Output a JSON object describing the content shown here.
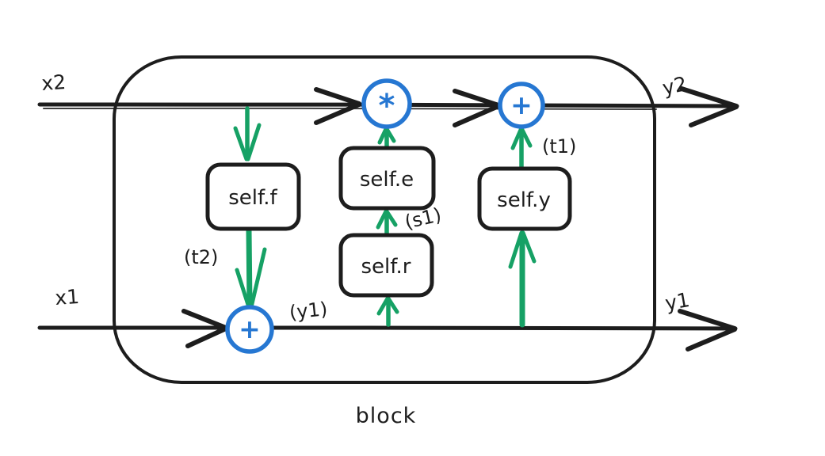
{
  "diagram": {
    "caption": "block",
    "ports": {
      "x2": "x2",
      "x1": "x1",
      "y2": "y2",
      "y1": "y1"
    },
    "modules": {
      "f": "self.f",
      "e": "self.e",
      "r": "self.r",
      "y": "self.y"
    },
    "operators": {
      "multiply": "*",
      "add_top": "+",
      "add_bottom": "+"
    },
    "annotations": {
      "t1": "(t1)",
      "t2": "(t2)",
      "s1": "(s1)",
      "y1": "(y1)"
    },
    "colors": {
      "stroke": "#1d1d1d",
      "arrow_green": "#16a165",
      "operator_blue": "#2677d2",
      "background": "#ffffff"
    }
  }
}
